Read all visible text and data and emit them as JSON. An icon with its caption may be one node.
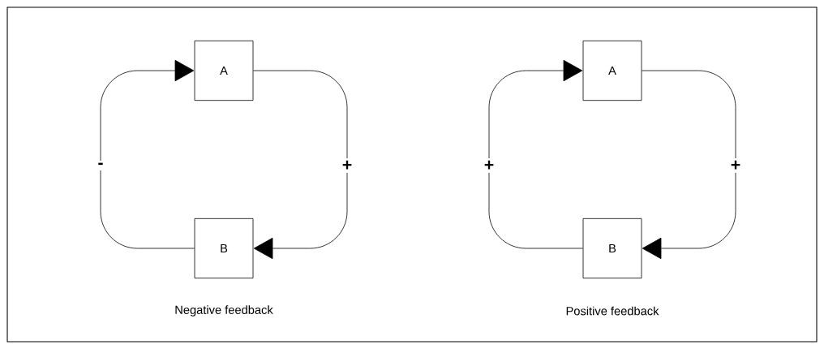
{
  "diagram": {
    "nodes": [
      {
        "text": [
          "A"
        ]
      },
      {
        "text": [
          "B"
        ]
      },
      {
        "text": [
          "A"
        ]
      },
      {
        "text": [
          "B"
        ]
      }
    ],
    "edges": [
      {
        "from": 0,
        "to": 1,
        "arrow": "to",
        "label": "+"
      },
      {
        "from": 1,
        "to": 0,
        "arrow": "to",
        "label": "-"
      },
      {
        "from": 2,
        "to": 3,
        "arrow": "to",
        "label": "+"
      },
      {
        "from": 3,
        "to": 2,
        "arrow": "to",
        "label": "+"
      }
    ],
    "labels": [
      "Negative feedback",
      "Positive feedback"
    ]
  }
}
